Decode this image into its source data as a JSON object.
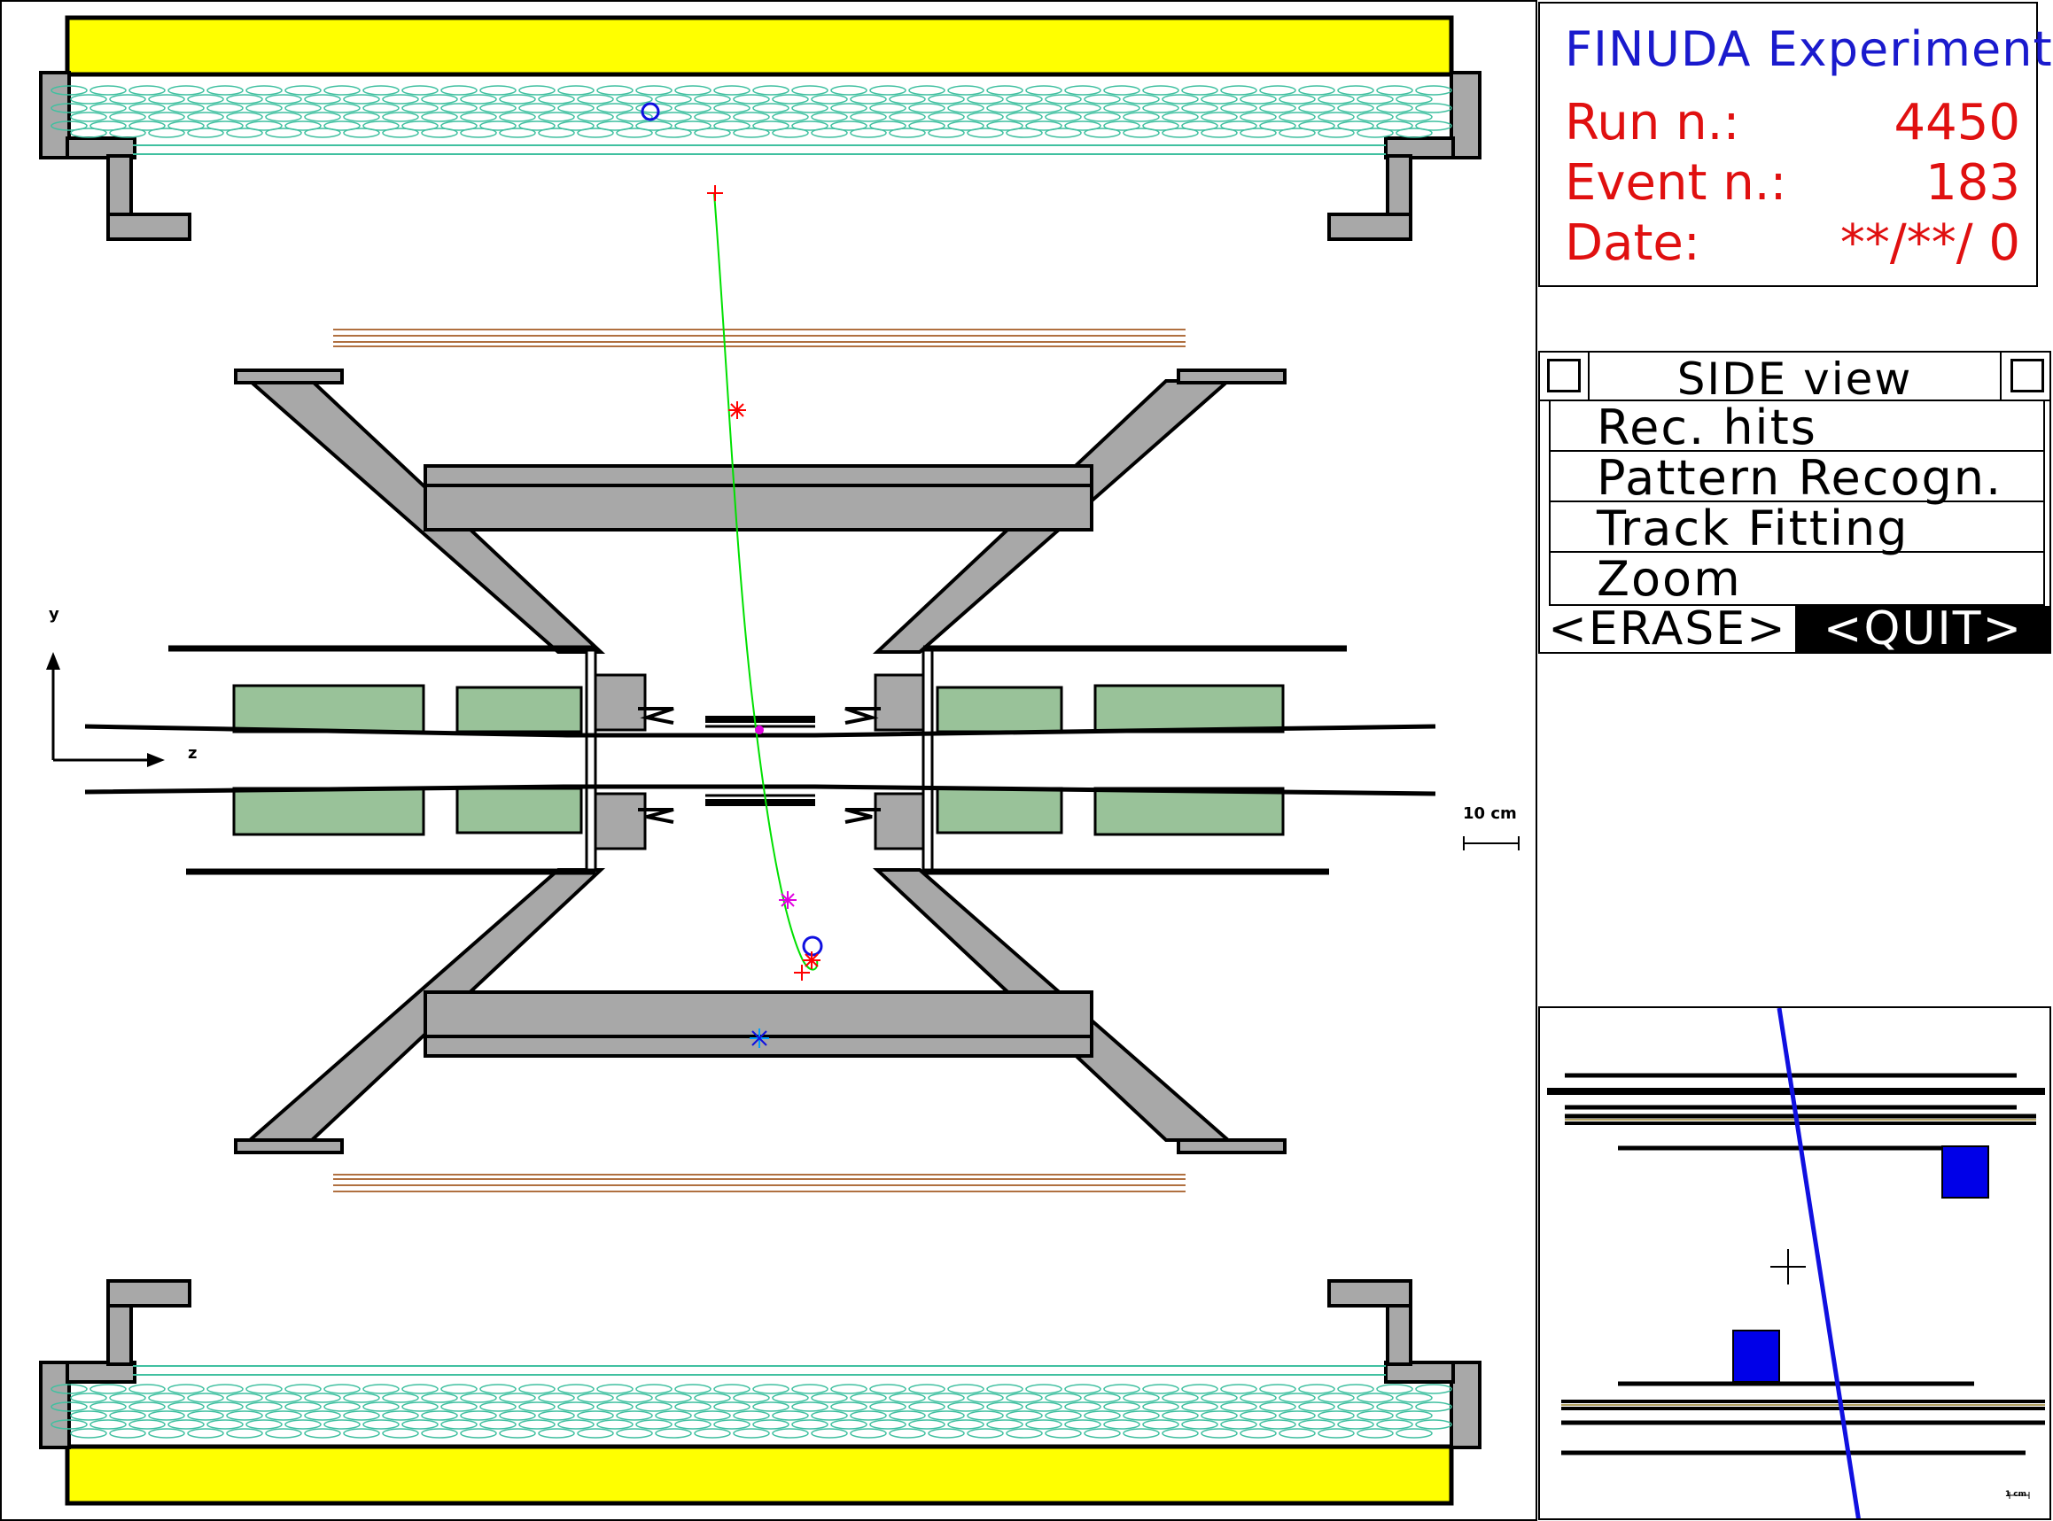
{
  "info": {
    "title": "FINUDA Experiment",
    "run_label": "Run n.:",
    "run_value": "4450",
    "event_label": "Event n.:",
    "event_value": "183",
    "date_label": "Date:",
    "date_value": "**/**/ 0"
  },
  "menu": {
    "title": "SIDE view",
    "items": [
      "Rec. hits",
      "Pattern Recogn.",
      "Track Fitting",
      "Zoom"
    ],
    "erase_label": "<ERASE>",
    "quit_label": "<QUIT>"
  },
  "axes": {
    "y_label": "y",
    "z_label": "z"
  },
  "scale": {
    "main": "10 cm",
    "zoom": "1 cm"
  },
  "colors": {
    "magnet_yoke": "#ffff00",
    "steel": "#a8a8a8",
    "calorimeter": "#99c299",
    "straw_tubes": "#40c0a0",
    "copper_layers": "#b07040",
    "track": "#00e000",
    "hit_red": "#ff0000",
    "hit_magenta": "#e000e0",
    "hit_blue": "#1010e0",
    "hit_cyan": "#00a0ff",
    "info_title": "#1a1acd",
    "info_text": "#e01010"
  }
}
